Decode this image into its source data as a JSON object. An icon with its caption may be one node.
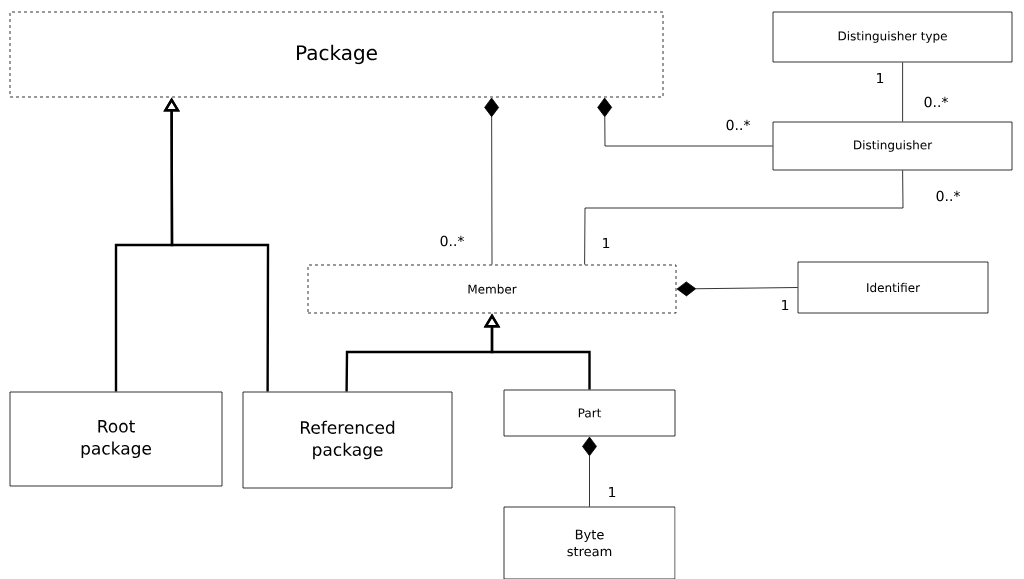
{
  "diagram": {
    "nodes": [
      {
        "text": [
          "Package"
        ]
      },
      {
        "text": [
          "Distinguisher type"
        ]
      },
      {
        "text": [
          "Distinguisher"
        ]
      },
      {
        "text": [
          "Member"
        ]
      },
      {
        "text": [
          "Identifier"
        ]
      },
      {
        "text": [
          "Root package"
        ]
      },
      {
        "text": [
          "Referenced package"
        ]
      },
      {
        "text": [
          "Part"
        ]
      },
      {
        "text": [
          "Byte stream"
        ]
      }
    ],
    "edges": [
      {
        "from": 5,
        "to": 0,
        "arrow": "to",
        "style": "thick"
      },
      {
        "from": 6,
        "to": 0,
        "arrow": "to",
        "style": "thick"
      },
      {
        "from": 0,
        "to": 3,
        "arrow": "other"
      },
      {
        "from": 0,
        "to": 2,
        "arrow": "other"
      },
      {
        "from": 1,
        "to": 2,
        "arrow": "none"
      },
      {
        "from": 2,
        "to": 3,
        "arrow": "none"
      },
      {
        "from": 3,
        "to": 4,
        "arrow": "other"
      },
      {
        "from": 6,
        "to": 3,
        "arrow": "to",
        "style": "thick"
      },
      {
        "from": 7,
        "to": 3,
        "arrow": "to",
        "style": "thick"
      },
      {
        "from": 7,
        "to": 8,
        "arrow": "other"
      }
    ],
    "labels": [
      "1",
      "0..*",
      "0..*",
      "0..*",
      "0..*",
      "1",
      "1",
      "1"
    ]
  }
}
